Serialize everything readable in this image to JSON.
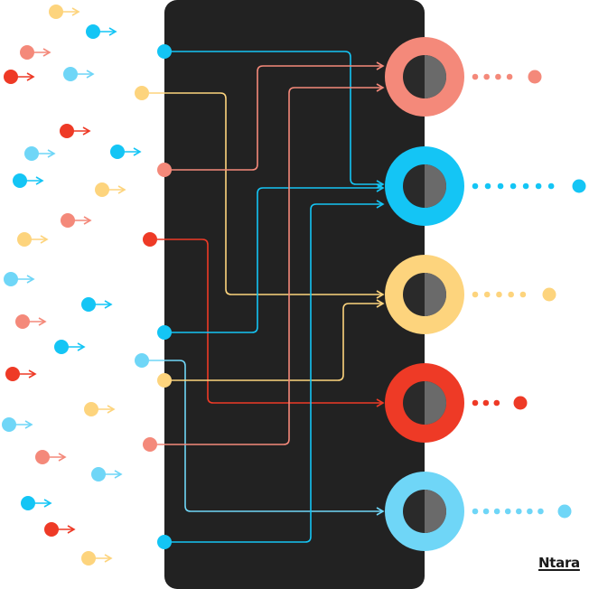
{
  "brand": {
    "logo_text": "Ntara"
  },
  "colors": {
    "background": "#ffffff",
    "panel": "#222222",
    "salmon": "#f4897a",
    "blue": "#14c5f5",
    "yellow": "#fdd47d",
    "red": "#ee3a26",
    "light_blue": "#6fd6f7",
    "hub_core": "#2a2a2a",
    "hub_core_shade": "#6a6a6a"
  },
  "hubs": [
    {
      "name": "salmon",
      "color": "salmon",
      "trail_dots": 5
    },
    {
      "name": "blue",
      "color": "blue",
      "trail_dots": 8
    },
    {
      "name": "yellow",
      "color": "yellow",
      "trail_dots": 6
    },
    {
      "name": "red",
      "color": "red",
      "trail_dots": 4
    },
    {
      "name": "light-blue",
      "color": "light_blue",
      "trail_dots": 8
    }
  ],
  "input_nodes": [
    {
      "color": "blue",
      "target": "blue"
    },
    {
      "color": "yellow",
      "target": "yellow"
    },
    {
      "color": "salmon",
      "target": "salmon"
    },
    {
      "color": "red",
      "target": "red"
    },
    {
      "color": "blue",
      "target": "blue"
    },
    {
      "color": "light_blue",
      "target": "light-blue"
    },
    {
      "color": "yellow",
      "target": "yellow"
    },
    {
      "color": "salmon",
      "target": "salmon"
    },
    {
      "color": "blue",
      "target": "blue"
    }
  ],
  "outside_particles": [
    "yellow",
    "blue",
    "salmon",
    "red",
    "light_blue",
    "red",
    "light_blue",
    "blue",
    "blue",
    "yellow",
    "salmon",
    "yellow",
    "light_blue",
    "blue",
    "salmon",
    "blue",
    "red",
    "yellow",
    "light_blue",
    "salmon",
    "light_blue",
    "blue",
    "red",
    "yellow"
  ]
}
